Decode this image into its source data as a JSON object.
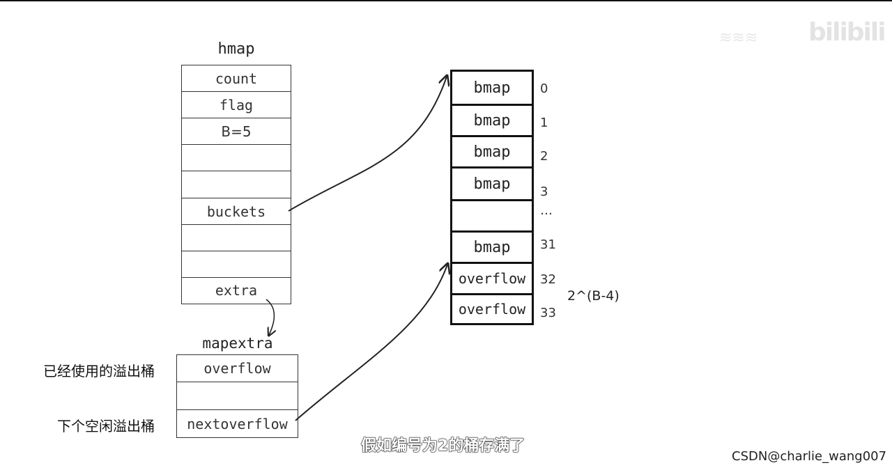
{
  "hmap": {
    "title": "hmap",
    "fields": [
      "count",
      "flag",
      "B=5",
      "",
      "",
      "buckets",
      "",
      "",
      "extra"
    ]
  },
  "mapextra": {
    "title": "mapextra",
    "fields": [
      "overflow",
      "",
      "nextoverflow"
    ],
    "labels": [
      "已经使用的溢出桶",
      "下个空闲溢出桶"
    ]
  },
  "bucket_array": {
    "cells": [
      "bmap",
      "bmap",
      "bmap",
      "bmap",
      "",
      "bmap",
      "overflow",
      "overflow"
    ],
    "indices": [
      "0",
      "1",
      "2",
      "3",
      "…",
      "31",
      "32",
      "33"
    ],
    "formula": "2^(B-4)"
  },
  "subtitle": "假如编号为2的桶存满了",
  "watermark": "CSDN@charlie_wang007",
  "logo": "bilibili",
  "colors": {
    "line": "#333333",
    "thick_border": "#111111",
    "background": "#ffffff"
  }
}
